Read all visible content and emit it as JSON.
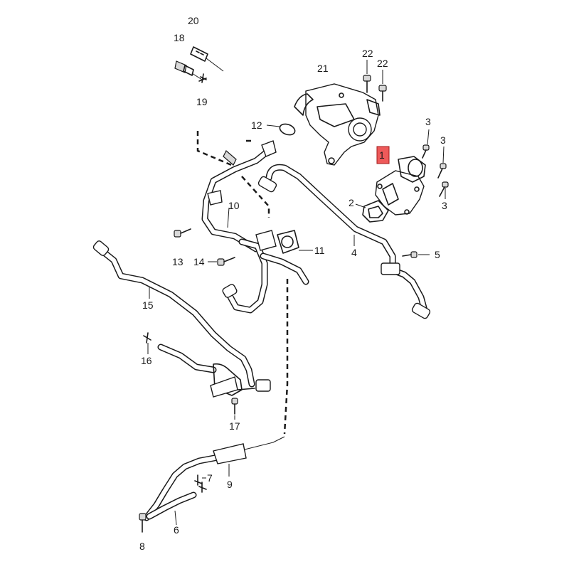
{
  "labels": {
    "l1": "1",
    "l2": "2",
    "l3a": "3",
    "l3b": "3",
    "l3c": "3",
    "l4": "4",
    "l5": "5",
    "l6": "6",
    "l7": "7",
    "l8": "8",
    "l9": "9",
    "l10": "10",
    "l11": "11",
    "l12": "12",
    "l13": "13",
    "l14": "14",
    "l15": "15",
    "l16": "16",
    "l17": "17",
    "l18": "18",
    "l19": "19",
    "l20": "20",
    "l21": "21",
    "l22a": "22",
    "l22b": "22"
  },
  "colors": {
    "highlight": "#ee5a5a",
    "line": "#1a1a1a"
  },
  "highlighted_part": "1"
}
